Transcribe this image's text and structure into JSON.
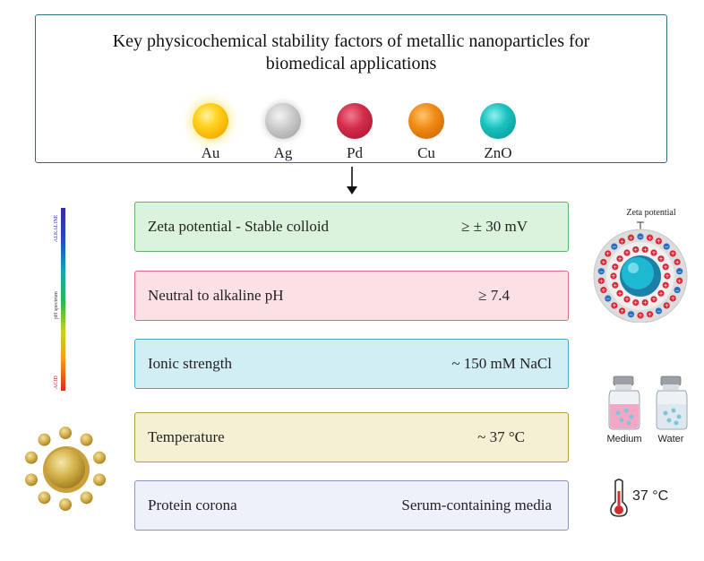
{
  "title": "Key physicochemical stability factors of metallic nanoparticles for biomedical applications",
  "nanoparticles": [
    {
      "label": "Au",
      "color": "#f5b800"
    },
    {
      "label": "Ag",
      "color": "#b4b4b4"
    },
    {
      "label": "Pd",
      "color": "#c8223f"
    },
    {
      "label": "Cu",
      "color": "#ea7f0c"
    },
    {
      "label": "ZnO",
      "color": "#12b6b4"
    }
  ],
  "factors": [
    {
      "name": "Zeta potential - Stable colloid",
      "value": "≥ ± 30 mV",
      "bg": "#dbf3da",
      "border": "#62b265"
    },
    {
      "name": "Neutral to alkaline pH",
      "value": "≥ 7.4",
      "bg": "#fbe1e6",
      "border": "#d9707f"
    },
    {
      "name": "Ionic strength",
      "value": "~ 150 mM NaCl",
      "bg": "#d2eef5",
      "border": "#4ba5bf"
    },
    {
      "name": "Temperature",
      "value": "~ 37 °C",
      "bg": "#f5f0d3",
      "border": "#b59a3c"
    },
    {
      "name": "Protein corona",
      "value": "Serum-containing media",
      "bg": "#eef1f9",
      "border": "#8894bd"
    }
  ],
  "ph_scale": {
    "top_label": "ALKALINE",
    "middle_label": "pH spectrum",
    "bottom_label": "ACID"
  },
  "zeta": {
    "label": "Zeta potential"
  },
  "bottles": {
    "left_label": "Medium",
    "right_label": "Water"
  },
  "thermometer": {
    "label": "37 °C"
  }
}
